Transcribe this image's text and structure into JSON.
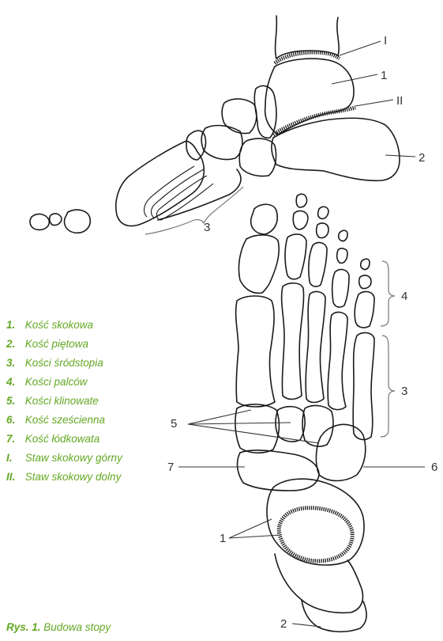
{
  "diagram": {
    "callouts": {
      "joint_upper": "I",
      "talus": "1",
      "joint_lower": "II",
      "calcaneus_side": "2",
      "metatarsals_side": "3",
      "phalanges_top": "4",
      "metatarsals_top": "3",
      "cuneiforms": "5",
      "cuboid": "6",
      "navicular": "7",
      "talus_top": "1",
      "calcaneus_top": "2"
    }
  },
  "legend": [
    {
      "key": "1.",
      "label": "Kość skokowa"
    },
    {
      "key": "2.",
      "label": "Kość piętowa"
    },
    {
      "key": "3.",
      "label": "Kości śródstopia"
    },
    {
      "key": "4.",
      "label": "Kości palców"
    },
    {
      "key": "5.",
      "label": "Kości klinowate"
    },
    {
      "key": "6.",
      "label": "Kość sześcienna"
    },
    {
      "key": "7.",
      "label": "Kość łódkowata"
    },
    {
      "key": "I.",
      "label": "Staw skokowy górny"
    },
    {
      "key": "II.",
      "label": "Staw skokowy dolny"
    }
  ],
  "caption": {
    "key": "Rys. 1.",
    "text": "Budowa stopy"
  },
  "colors": {
    "accent": "#63a823",
    "line": "#1a1a1a"
  }
}
